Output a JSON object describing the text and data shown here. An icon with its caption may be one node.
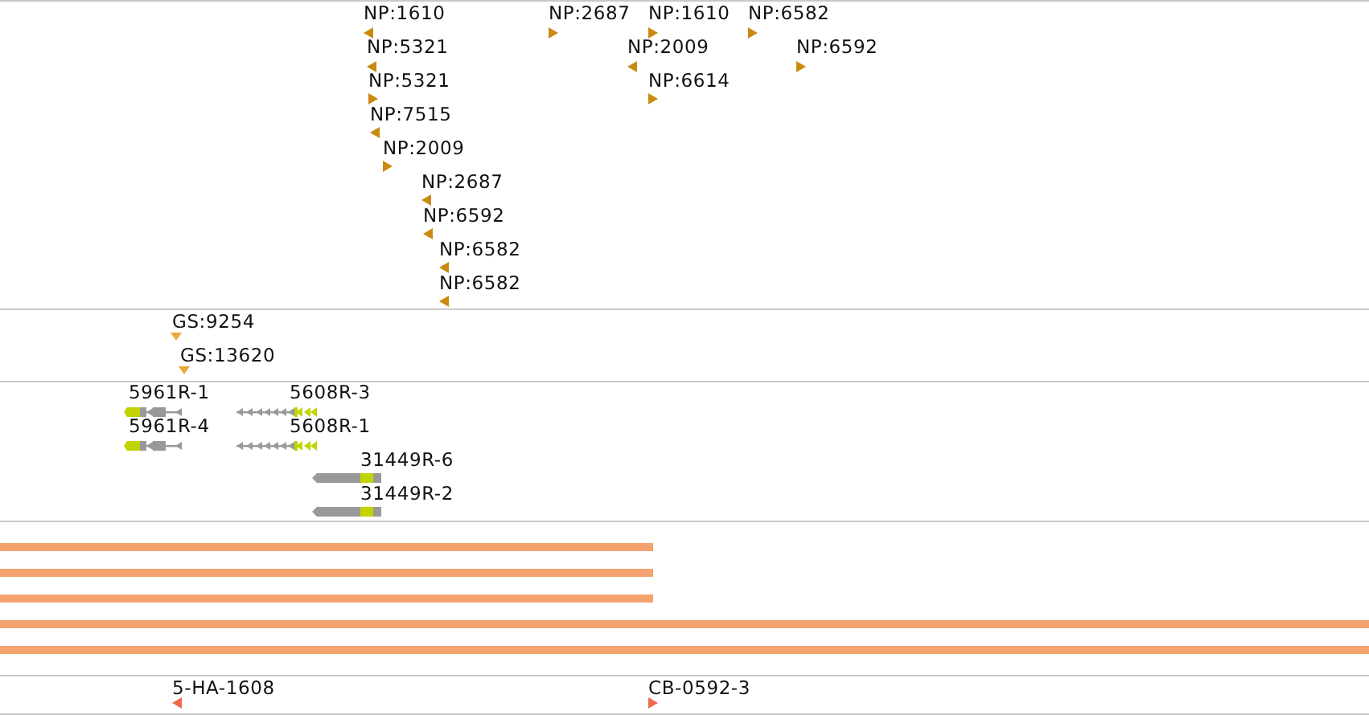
{
  "diagram": {
    "labels": [
      "NP:1610",
      "NP:2687",
      "NP:1610",
      "NP:6582",
      "NP:5321",
      "NP:2009",
      "NP:6592",
      "NP:5321",
      "NP:6614",
      "NP:7515",
      "NP:2009",
      "NP:2687",
      "NP:6592",
      "NP:6582",
      "NP:6582",
      "GS:9254",
      "GS:13620",
      "5961R-1",
      "5608R-3",
      "5961R-4",
      "5608R-1",
      "31449R-6",
      "31449R-2",
      "5-HA-1608",
      "CB-0592-3"
    ]
  }
}
